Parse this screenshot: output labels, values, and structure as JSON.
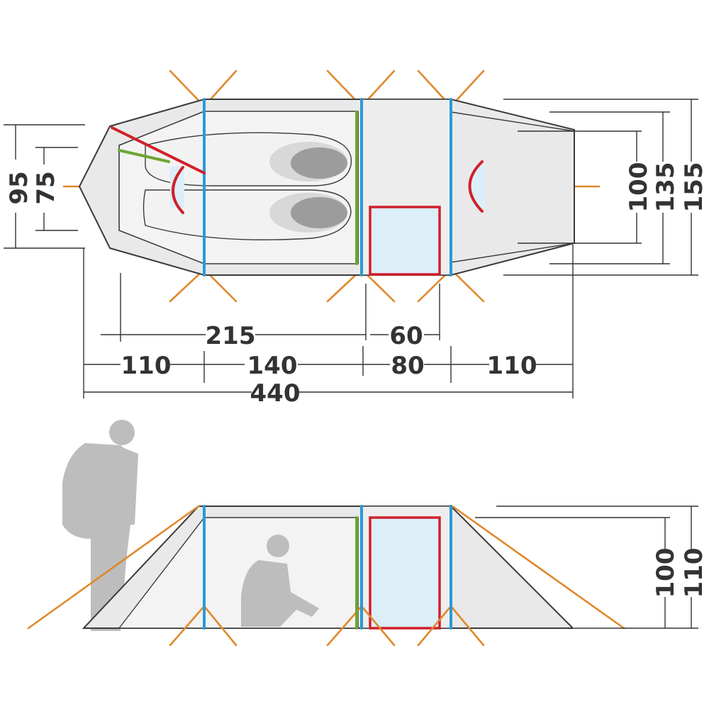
{
  "colors": {
    "outline": "#3a3a3a",
    "fly": "#e9e9e9",
    "inner_tent": "#f3f3f3",
    "pole_blue": "#2a9ad6",
    "pole_red": "#d0202a",
    "pole_green": "#6fa534",
    "guy_orange": "#e0882a",
    "door_fill": "#dceef8",
    "silhouette": "#bdbdbd",
    "dimension_text": "#333333"
  },
  "top_view": {
    "height_dims": {
      "left_outer": "95",
      "left_inner": "75",
      "right_inner": "100",
      "right_mid": "135",
      "right_outer": "155"
    },
    "length_dims": {
      "inner_length": "215",
      "door_width": "60",
      "seg_vestibule_left": "110",
      "seg_bedroom": "140",
      "seg_center": "80",
      "seg_vestibule_right": "110",
      "total_length": "440"
    }
  },
  "side_view": {
    "height_dims": {
      "inner": "100",
      "outer": "110"
    }
  }
}
